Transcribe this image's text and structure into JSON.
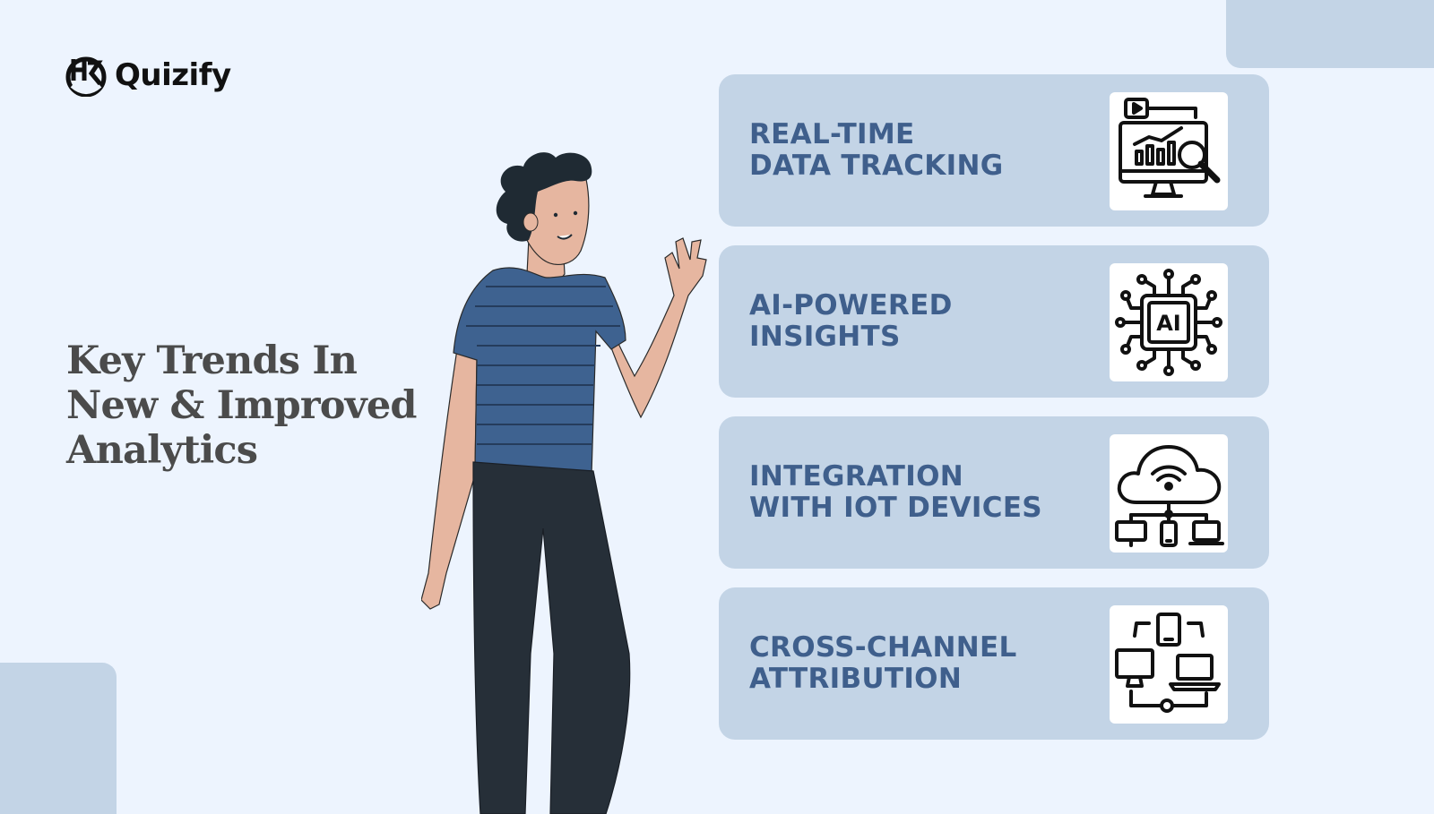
{
  "brand": {
    "name": "Quizify",
    "logo": "quizify-logo-icon"
  },
  "headline": {
    "lines": [
      "Key Trends In",
      "New & Improved",
      "Analytics"
    ]
  },
  "cards": [
    {
      "line1": "REAL-TIME",
      "line2": "DATA TRACKING",
      "icon": "monitor-analytics-icon"
    },
    {
      "line1": "AI-POWERED",
      "line2": "INSIGHTS",
      "icon": "ai-chip-icon"
    },
    {
      "line1": "INTEGRATION",
      "line2": "WITH IOT DEVICES",
      "icon": "cloud-network-icon"
    },
    {
      "line1": "CROSS-CHANNEL",
      "line2": "ATTRIBUTION",
      "icon": "cross-device-icon"
    }
  ],
  "colors": {
    "background": "#edf4fe",
    "card": "#c3d4e6",
    "card_text": "#3f5f8c",
    "headline_text": "#4b4b4b"
  }
}
